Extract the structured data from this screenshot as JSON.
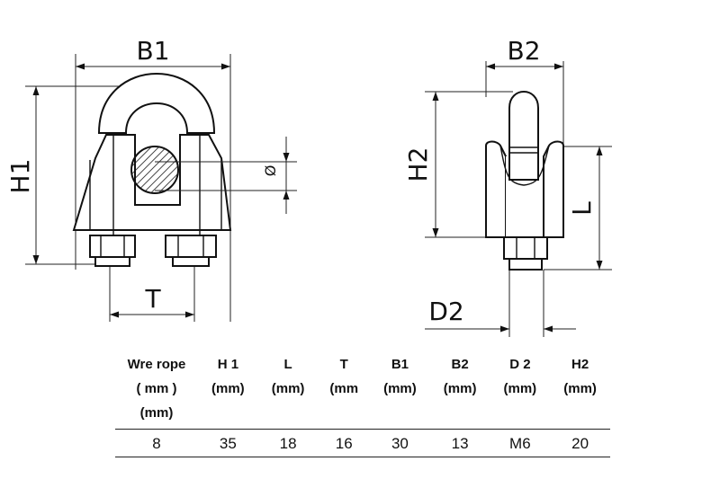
{
  "dimension_labels": {
    "b1": "B1",
    "h1": "H1",
    "t": "T",
    "diameter": "Ø",
    "b2": "B2",
    "h2": "H2",
    "l": "L",
    "d2": "D2"
  },
  "table": {
    "headers": [
      [
        "Wre rope",
        "( mm )",
        "(mm)"
      ],
      [
        "H 1",
        "(mm)"
      ],
      [
        "L",
        "(mm)"
      ],
      [
        "T",
        "(mm"
      ],
      [
        "B1",
        "(mm)"
      ],
      [
        "B2",
        "(mm)"
      ],
      [
        "D 2",
        "(mm)"
      ],
      [
        "H2",
        "(mm)"
      ]
    ],
    "rows": [
      [
        "8",
        "35",
        "18",
        "16",
        "30",
        "13",
        "M6",
        "20"
      ]
    ]
  }
}
